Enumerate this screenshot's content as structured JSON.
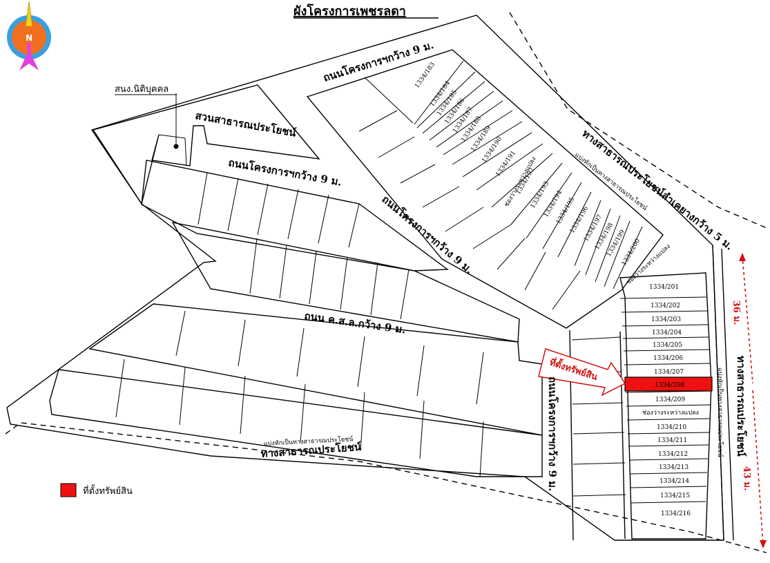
{
  "title": "ผังโครงการเพชรลดา",
  "compass": {
    "letter": "N",
    "outer_color": "#3aa0e0",
    "inner_color": "#f07020",
    "arrow_color": "#e040e0",
    "needle_color": "#f0d020"
  },
  "labels": {
    "common_area_office": "สนง.นิติบุคคล",
    "public_park": "สวนสาธารณประโยชน์",
    "road_top": "ถนนโครงการฯกว้าง 9 ม.",
    "road_upper_left": "ถนนโครงการฯกว้าง 9 ม.",
    "road_diagonal": "ถนนโครงการฯกว้าง 9 ม.",
    "road_kosaloo": "ถนน ค.ส.ล.กว้าง 9 ม.",
    "road_vertical": "ถนนโครงการฯกว้าง 9 ม.",
    "public_way_right_top": "ทางสาธารณประโยชน์ลำเคยางกว้าง 5 ม.",
    "public_way_right": "ทางสาธารณประโยชน์",
    "public_way_bottom": "ทางสาธารณประโยชน์",
    "split_public_top": "แบ่งหักเป็นทางสาธารณประโยชน์",
    "split_public_bottom": "แบ่งหักเป็นทางสาธารณประโยชน์",
    "split_public_right": "แบ่งหักเป็นทางสาธารณประโยชน์",
    "gap_1": "ช่องว่างระหว่างแปลง",
    "gap_2": "ช่องว่างระหว่างแปลง",
    "gap_3": "ช่องว่างระหว่างแปลง",
    "property_location": "ที่ตั้งทรัพย์สิน",
    "dist_36": "36 ม.",
    "dist_43": "43 ม."
  },
  "lots_diagonal": [
    "1334/183",
    "1334/184",
    "1334/185",
    "1334/186",
    "1334/187",
    "1334/188",
    "1334/189",
    "1334/190",
    "1334/191"
  ],
  "lots_middle": [
    "1334/192",
    "1334/193",
    "1334/194",
    "1334/195",
    "1334/196",
    "1334/197",
    "1334/198",
    "1334/199",
    "1334/200"
  ],
  "lots_right": [
    "1334/201",
    "1334/202",
    "1334/203",
    "1334/204",
    "1334/205",
    "1334/206",
    "1334/207",
    "1334/208",
    "1334/209",
    "1334/210",
    "1334/211",
    "1334/212",
    "1334/213",
    "1334/214",
    "1334/215",
    "1334/216"
  ],
  "highlight_lot": "1334/208",
  "highlight_color": "#ee1111",
  "legend": {
    "label": "ที่ตั้งทรัพย์สิน",
    "color": "#ee1111"
  }
}
